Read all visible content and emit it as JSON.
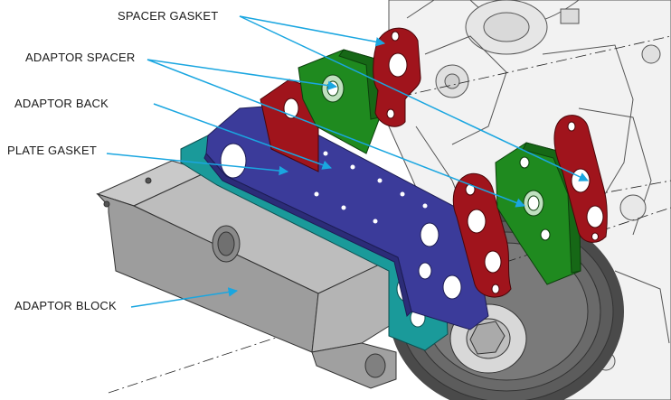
{
  "labels": {
    "spacer_gasket": "SPACER GASKET",
    "adaptor_spacer": "ADAPTOR SPACER",
    "adaptor_back": "ADAPTOR BACK",
    "plate_gasket": "PLATE GASKET",
    "adaptor_block": "ADAPTOR BLOCK"
  },
  "colors": {
    "label_text": "#1a1a1a",
    "leader_line": "#1aa6e0",
    "spacer_gasket": "#a0141c",
    "adaptor_spacer": "#1f8a1f",
    "adaptor_back": "#3b3b9a",
    "plate_gasket": "#1a9a9a",
    "adaptor_block": "#9a9a9a",
    "engine_lines": "#555555"
  }
}
